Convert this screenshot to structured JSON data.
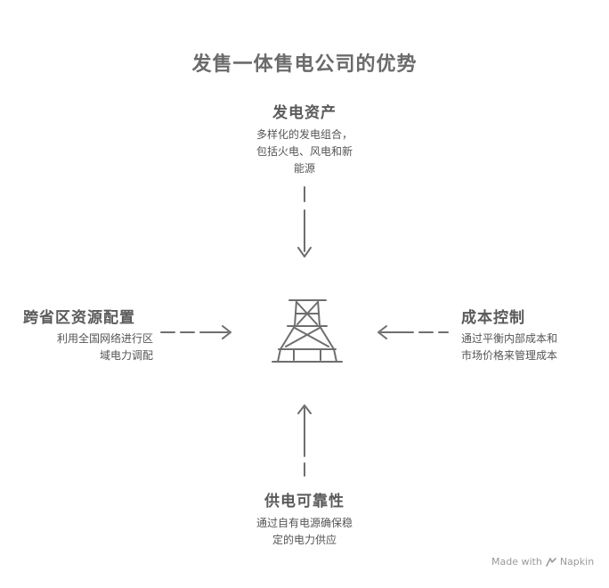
{
  "title": "发售一体售电公司的优势",
  "nodes": {
    "top": {
      "title": "发电资产",
      "desc": "多样化的发电组合，\n包括火电、风电和新\n能源"
    },
    "left": {
      "title": "跨省区资源配置",
      "desc": "利用全国网络进行区\n域电力调配"
    },
    "right": {
      "title": "成本控制",
      "desc": "通过平衡内部成本和\n市场价格来管理成本"
    },
    "bottom": {
      "title": "供电可靠性",
      "desc": "通过自有电源确保稳\n定的电力供应"
    }
  },
  "footer": {
    "prefix": "Made with",
    "brand": "Napkin"
  },
  "icons": {
    "center": "transmission-tower-icon",
    "footer": "napkin-logo-icon"
  },
  "colors": {
    "stroke": "#6e6e6e",
    "text": "#5a5a5a"
  }
}
